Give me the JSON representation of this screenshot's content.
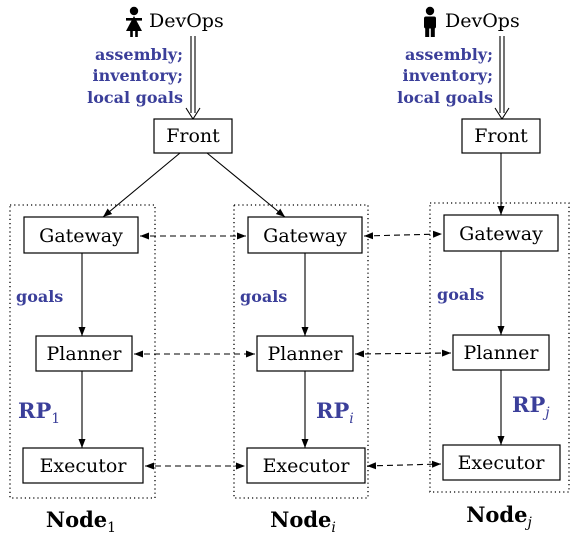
{
  "colors": {
    "accent": "#3b3f9a",
    "ink": "#000000",
    "background": "#ffffff"
  },
  "devops": [
    {
      "label": "DevOps",
      "icon": "person-female-icon"
    },
    {
      "label": "DevOps",
      "icon": "person-male-icon"
    }
  ],
  "input_labels": [
    "assembly;",
    "inventory;",
    "local goals"
  ],
  "front_label": "Front",
  "components": {
    "gateway": "Gateway",
    "planner": "Planner",
    "executor": "Executor"
  },
  "goals_label": "goals",
  "rp": {
    "base": "RP",
    "subscripts": [
      "1",
      "i",
      "j"
    ]
  },
  "nodes": [
    {
      "base": "Node",
      "sub": "1"
    },
    {
      "base": "Node",
      "sub": "i"
    },
    {
      "base": "Node",
      "sub": "j"
    }
  ]
}
